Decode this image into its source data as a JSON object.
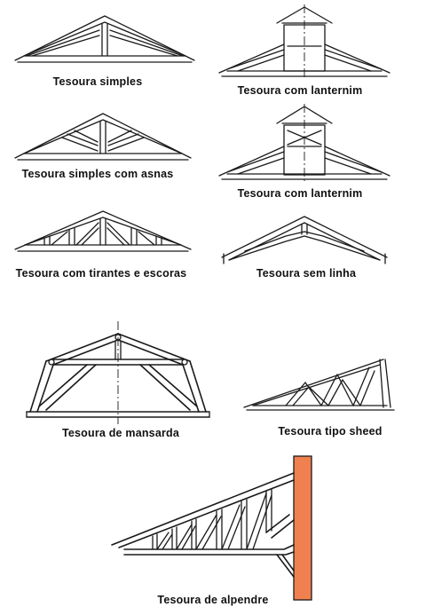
{
  "labels": {
    "simples": "Tesoura simples",
    "lanternim_1": "Tesoura com lanternim",
    "simples_asnas": "Tesoura simples com asnas",
    "lanternim_2": "Tesoura com lanternim",
    "tirantes_escoras": "Tesoura com tirantes e escoras",
    "sem_linha": "Tesoura sem linha",
    "mansarda": "Tesoura de mansarda",
    "sheed": "Tesoura tipo sheed",
    "alpendre": "Tesoura de alpendre"
  },
  "colors": {
    "line": "#1a1a1a",
    "wall": "#f08050"
  }
}
